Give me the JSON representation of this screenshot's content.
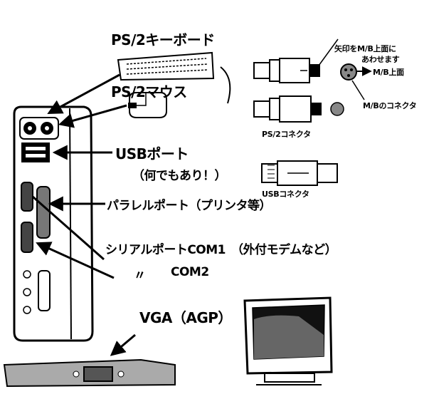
{
  "labels": {
    "ps2_keyboard": "PS/2キーボード",
    "ps2_mouse": "PS/2マウス",
    "usb_port": "USBポート",
    "usb_note": "（何でもあり！）",
    "parallel_port": "パラレルポート（プリンタ等）",
    "serial_com1": "シリアルポートCOM1　（外付モデムなど）",
    "serial_com2_ditto": "〃",
    "serial_com2": "COM2",
    "vga": "VGA（AGP）",
    "ps2_connector": "PS/2コネクタ",
    "arrow_note_line1": "矢印をM/B上面に",
    "arrow_note_line2": "あわせます",
    "mb_top": "M/B上面",
    "mb_connector": "M/Bのコネクタ",
    "usb_connector": "USBコネクタ"
  },
  "icons": [
    "pc-tower-back-panel",
    "keyboard-icon",
    "mouse-icon",
    "ps2-plug-icon",
    "usb-plug-icon",
    "vga-card-icon",
    "crt-monitor-icon"
  ]
}
